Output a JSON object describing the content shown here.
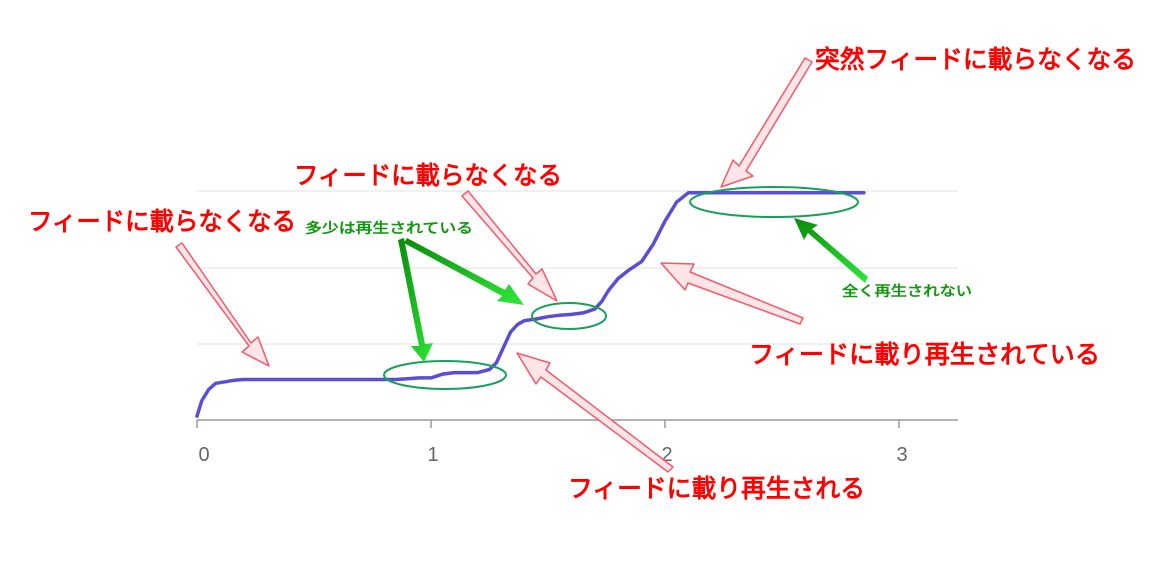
{
  "chart_data": {
    "type": "line",
    "title": "",
    "xlabel": "",
    "ylabel": "",
    "xlim": [
      0,
      3.25
    ],
    "ylim": [
      0,
      3
    ],
    "grid": true,
    "x_ticks": [
      0,
      1,
      2,
      3
    ],
    "x_tick_labels": [
      "0",
      "1",
      "2",
      "3"
    ],
    "line_color": "#5a4fd4",
    "series": [
      {
        "x": [
          0,
          0.02,
          0.05,
          0.08,
          0.12,
          0.16,
          0.2,
          0.3,
          0.5,
          0.7,
          0.85,
          0.9,
          0.95,
          1.0,
          1.05,
          1.1,
          1.2,
          1.25,
          1.28,
          1.31,
          1.34,
          1.37,
          1.4,
          1.45,
          1.5,
          1.55,
          1.6,
          1.65,
          1.7,
          1.73,
          1.76,
          1.8,
          1.85,
          1.9,
          1.95,
          2.0,
          2.05,
          2.1,
          2.2,
          2.5,
          2.85
        ],
        "y": [
          0.05,
          0.25,
          0.4,
          0.48,
          0.5,
          0.52,
          0.53,
          0.53,
          0.53,
          0.53,
          0.53,
          0.54,
          0.55,
          0.55,
          0.6,
          0.62,
          0.62,
          0.66,
          0.75,
          0.95,
          1.15,
          1.25,
          1.3,
          1.32,
          1.35,
          1.37,
          1.38,
          1.4,
          1.45,
          1.55,
          1.7,
          1.85,
          1.97,
          2.07,
          2.3,
          2.6,
          2.85,
          2.97,
          2.97,
          2.97,
          2.97
        ]
      }
    ],
    "annotations": {
      "red": [
        "フィードに載らなくなる",
        "フィードに載らなくなる",
        "突然フィードに載らなくなる",
        "フィードに載り再生されている",
        "フィードに載り再生される"
      ],
      "green": [
        "多少は再生されている",
        "全く再生されない"
      ]
    },
    "annotation_colors": {
      "red_text": "#ff0000",
      "red_arrow_fill": "#ffe4e8",
      "red_arrow_stroke": "#f05a6a",
      "green_text": "#129612",
      "green_arrow": "#1fbf2a",
      "ellipse": "#16a05a"
    }
  }
}
